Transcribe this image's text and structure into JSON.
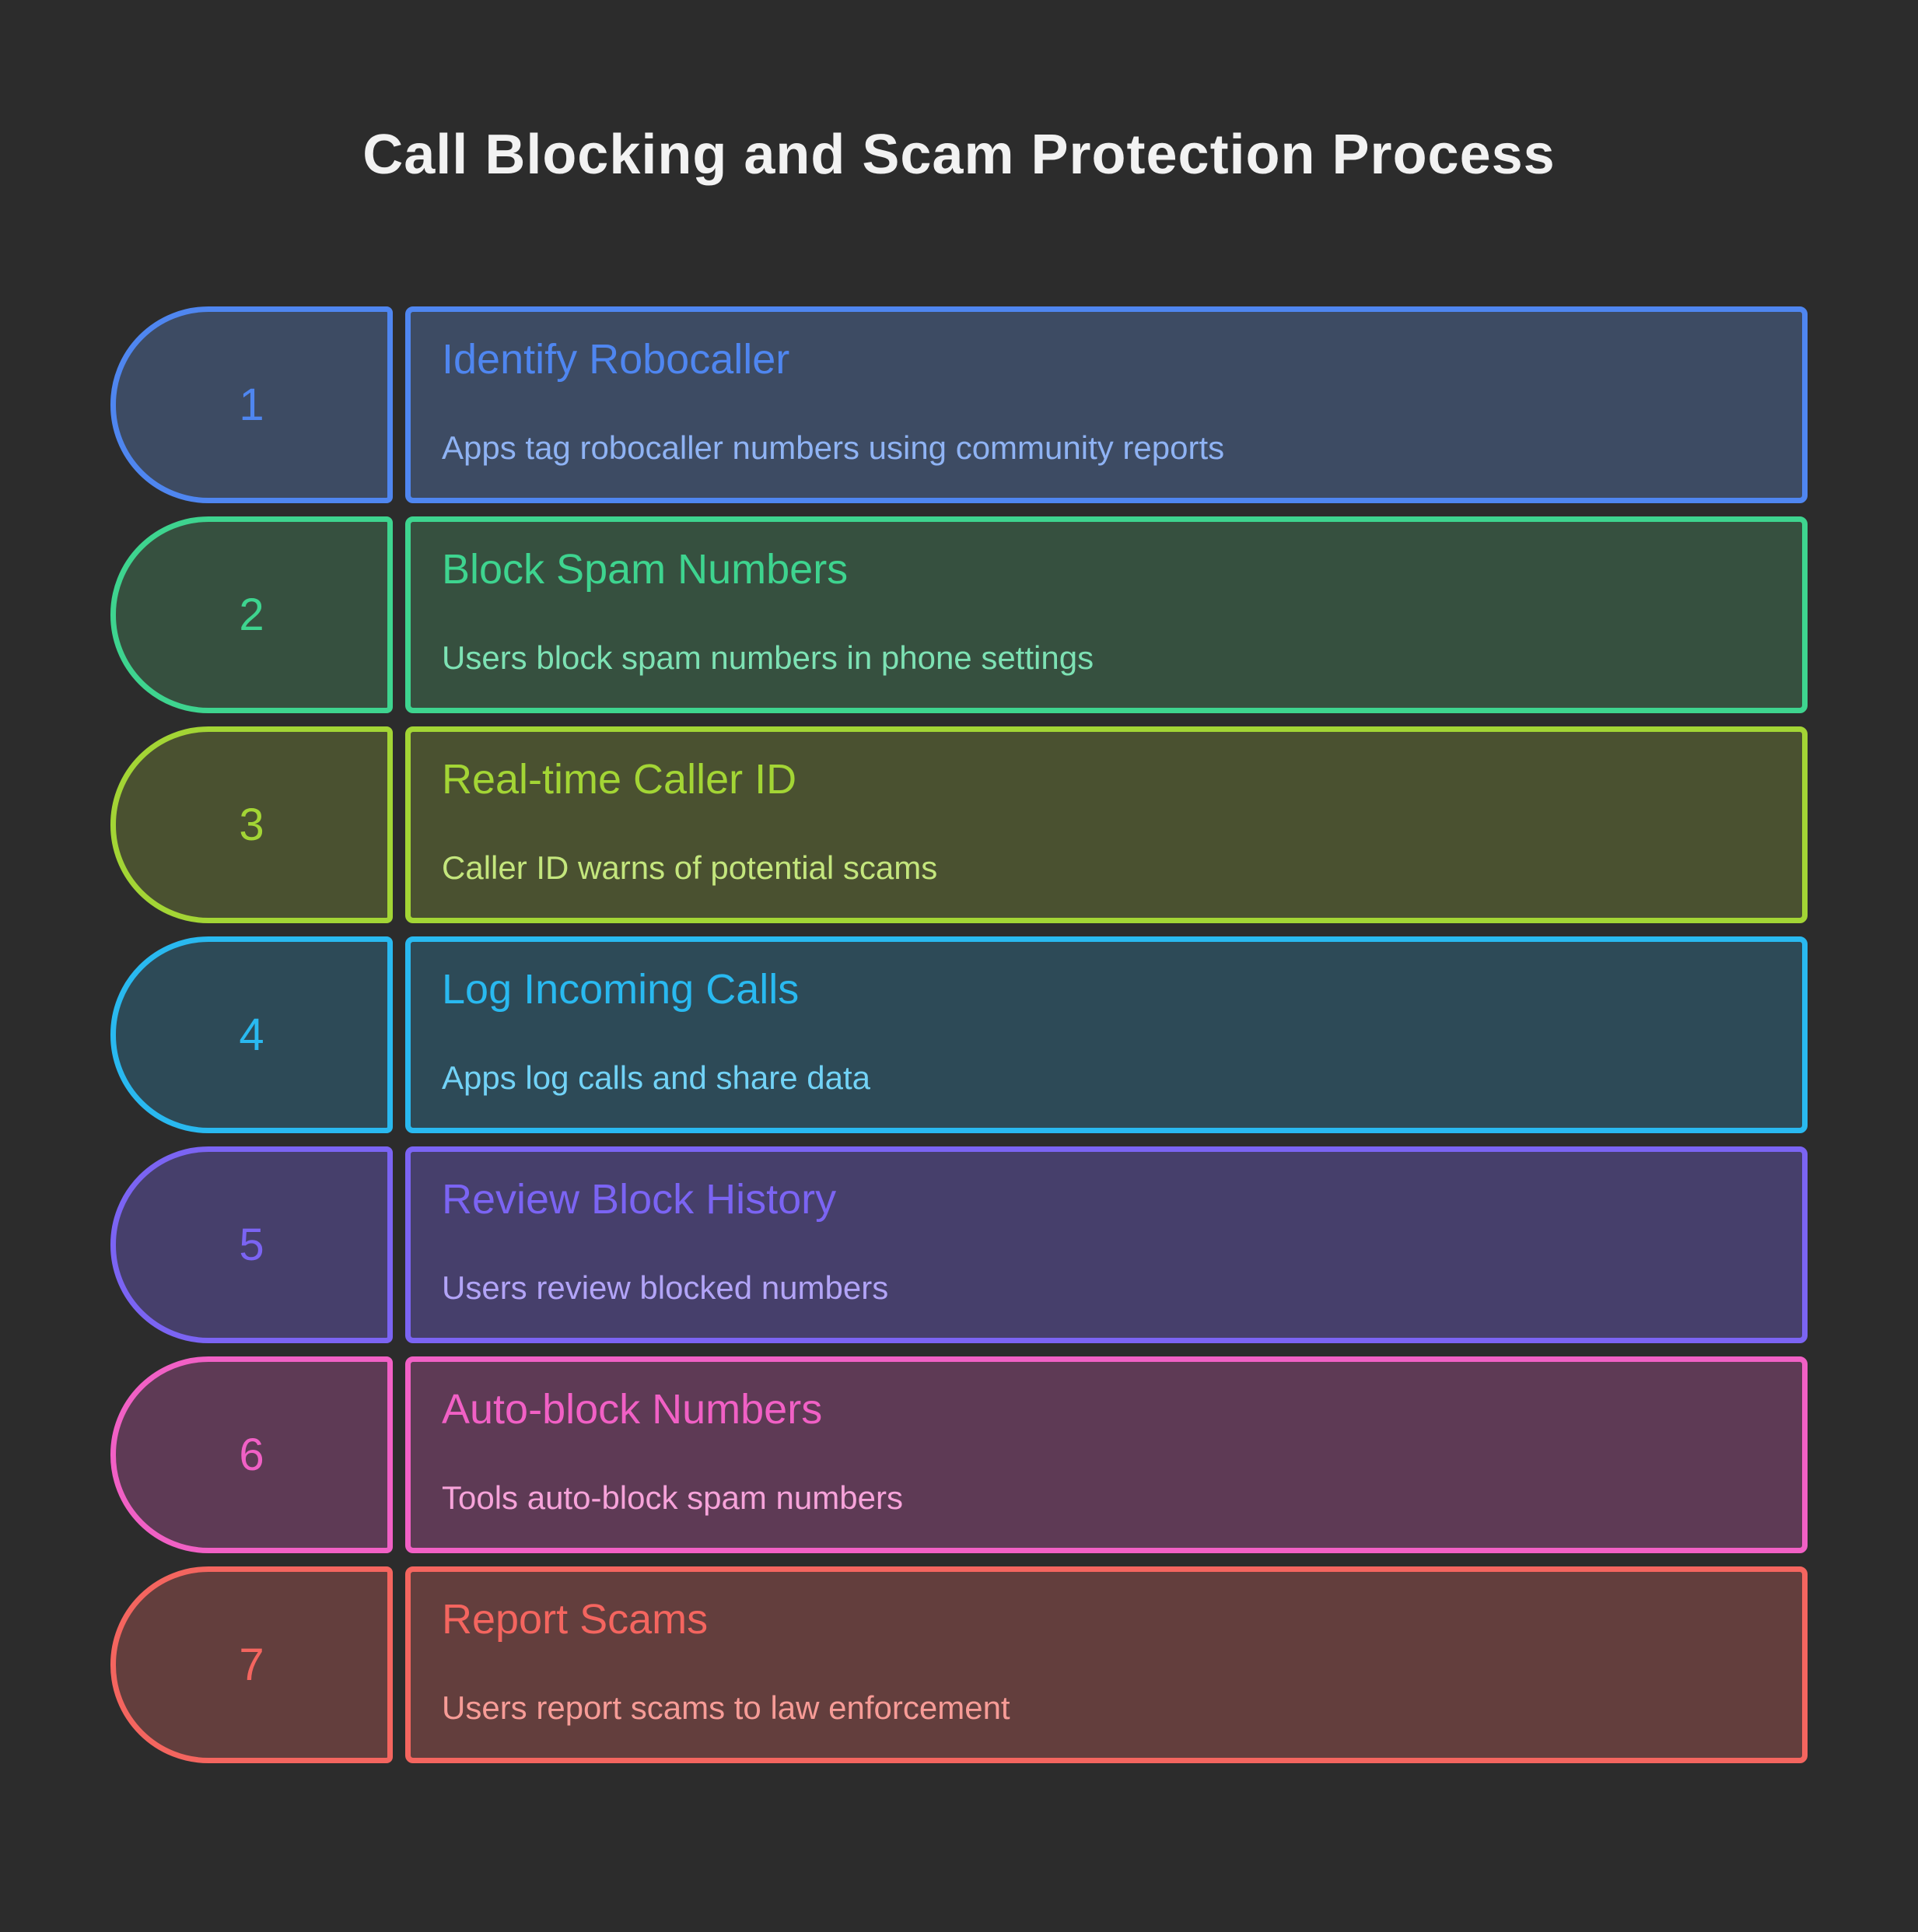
{
  "page": {
    "title": "Call Blocking and Scam Protection Process",
    "background_color": "#2c2c2c",
    "title_color": "#f2f2f2"
  },
  "steps": [
    {
      "number": "1",
      "title": "Identify Robocaller",
      "description": "Apps tag robocaller numbers using community reports",
      "colors": {
        "accent": "#4f86f0",
        "fill": "#3d4b63",
        "description_text": "#8fb3f4"
      }
    },
    {
      "number": "2",
      "title": "Block Spam Numbers",
      "description": "Users block spam numbers in phone settings",
      "colors": {
        "accent": "#3ed48f",
        "fill": "#36503f",
        "description_text": "#7de2b4"
      }
    },
    {
      "number": "3",
      "title": "Real-time Caller ID",
      "description": "Caller ID warns of potential scams",
      "colors": {
        "accent": "#a3d535",
        "fill": "#4a5130",
        "description_text": "#c4e67d"
      }
    },
    {
      "number": "4",
      "title": "Log Incoming Calls",
      "description": "Apps log calls and share data",
      "colors": {
        "accent": "#29b9f0",
        "fill": "#2d4a57",
        "description_text": "#72d3f7"
      }
    },
    {
      "number": "5",
      "title": "Review Block History",
      "description": "Users review blocked numbers",
      "colors": {
        "accent": "#7b64f3",
        "fill": "#463f6b",
        "description_text": "#b2a4f7"
      }
    },
    {
      "number": "6",
      "title": "Auto-block Numbers",
      "description": "Tools auto-block spam numbers",
      "colors": {
        "accent": "#f160c5",
        "fill": "#5e3a55",
        "description_text": "#f7a3da"
      }
    },
    {
      "number": "7",
      "title": "Report Scams",
      "description": "Users report scams to law enforcement",
      "colors": {
        "accent": "#f4655f",
        "fill": "#633e3d",
        "description_text": "#f79c97"
      }
    }
  ]
}
